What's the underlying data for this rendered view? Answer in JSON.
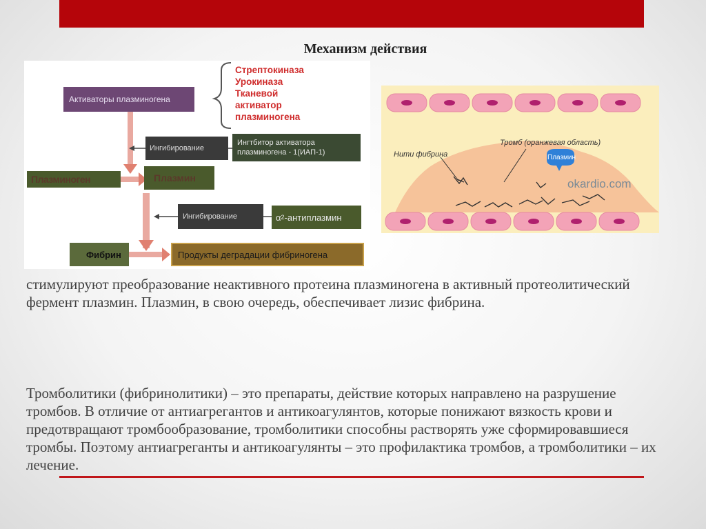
{
  "title": "Механизм действия",
  "diagram": {
    "activators": "Активаторы плазминогена",
    "drugs": [
      "Стрептокиназа",
      "Урокиназа",
      "Тканевой",
      "активатор",
      "плазминогена"
    ],
    "inhibition_1": "Ингибирование",
    "pai": [
      "Ингтбитор активатора",
      "плазминогена - 1(ИАП-1)"
    ],
    "plasminogen": "Плазминоген",
    "plasmin": "Плазмин",
    "inhibition_2": "Ингибирование",
    "antiplasmin_prefix": "α",
    "antiplasmin_sub": "2",
    "antiplasmin_suffix": "-антиплазмин",
    "fibrin": "Фибрин",
    "products": "Продукты деградации фибриногена"
  },
  "vessel_image": {
    "label_fibrin": "Нити фибрина",
    "label_thrombus": "Тромб (оранжевая область)",
    "label_plasmin": "Плазмин",
    "watermark": "okardio.com"
  },
  "paragraphs": {
    "p1": "стимулируют преобразование неактивного протеина плазминогена в активный протеолитический фермент плазмин. Плазмин, в свою очередь, обеспечивает лизис фибрина.",
    "p2": "Тромболитики (фибринолитики) – это препараты, действие которых направлено на разрушение тромбов. В отличие от антиагрегантов и антикоагулянтов, которые понижают вязкость крови и предотвращают тромбообразование, тромболитики способны растворять уже сформировавшиеся тромбы. Поэтому антиагреганты и антикоагулянты – это профилактика тромбов, а тромболитики – их лечение."
  },
  "colors": {
    "accent_red": "#b5050a",
    "underline": "#c0161a"
  }
}
